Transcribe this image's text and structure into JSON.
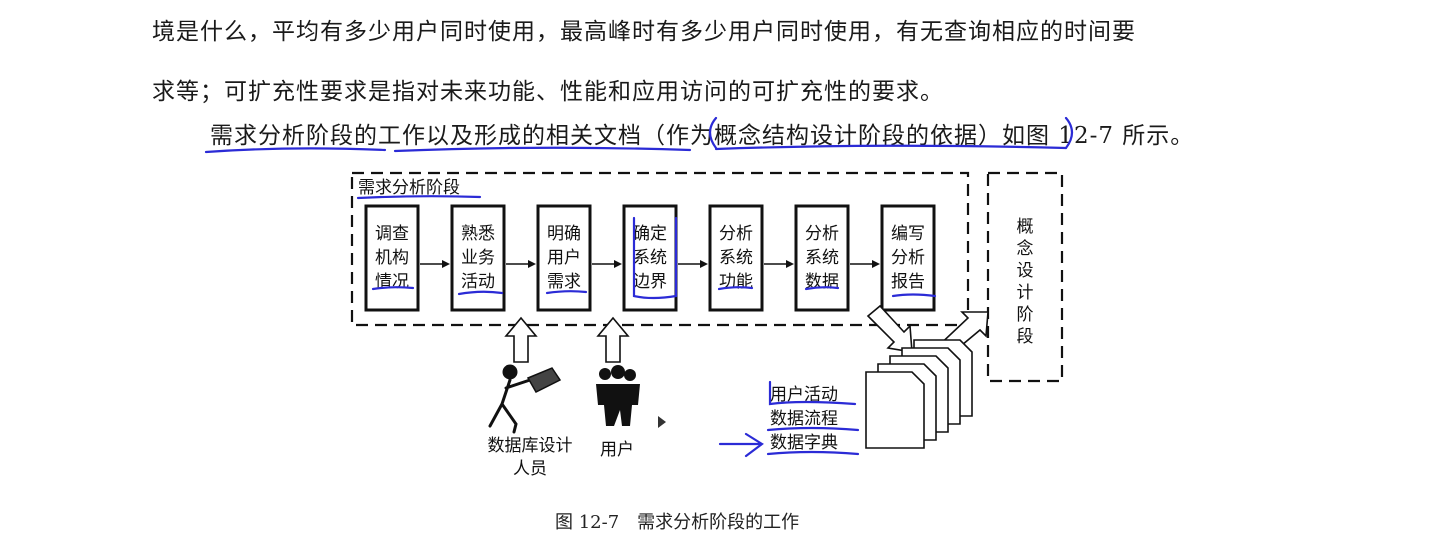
{
  "paragraph": {
    "line1": "境是什么，平均有多少用户同时使用，最高峰时有多少用户同时使用，有无查询相应的时间要",
    "line2": "求等；可扩充性要求是指对未来功能、性能和应用访问的可扩充性的要求。",
    "line3": "需求分析阶段的工作以及形成的相关文档（作为概念结构设计阶段的依据）如图 12-7 所示。"
  },
  "figure": {
    "stage_title": "需求分析阶段",
    "steps": [
      [
        "调查",
        "机构",
        "情况"
      ],
      [
        "熟悉",
        "业务",
        "活动"
      ],
      [
        "明确",
        "用户",
        "需求"
      ],
      [
        "确定",
        "系统",
        "边界"
      ],
      [
        "分析",
        "系统",
        "功能"
      ],
      [
        "分析",
        "系统",
        "数据"
      ],
      [
        "编写",
        "分析",
        "报告"
      ]
    ],
    "concept_stage": "概念设计阶段",
    "designer_label_line1": "数据库设计",
    "designer_label_line2": "人员",
    "user_label": "用户",
    "docs": [
      "用户活动",
      "数据流程",
      "数据字典"
    ],
    "caption": "图 12-7　需求分析阶段的工作"
  },
  "colors": {
    "annotation_ink": "#2b2bd6",
    "line_ink": "#111111"
  }
}
